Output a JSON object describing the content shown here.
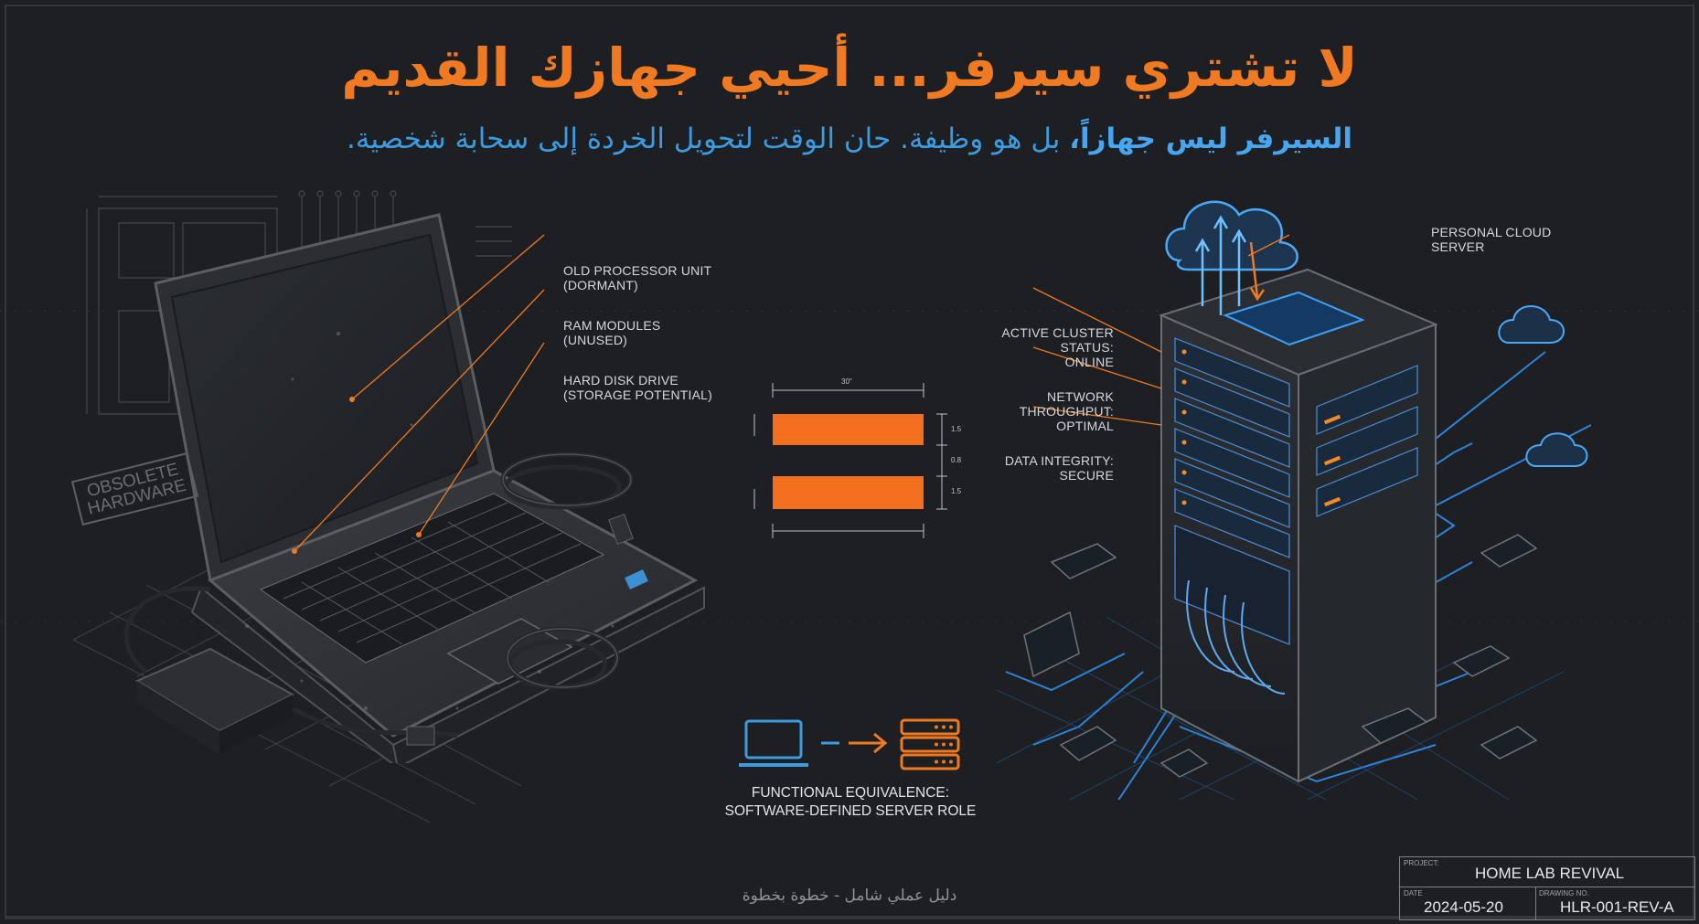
{
  "title": "لا تشتري سيرفر... أحيي جهازك القديم",
  "subtitle": {
    "emphasis": "السيرفر ليس جهازاً،",
    "rest": " بل هو وظيفة. حان الوقت لتحويل الخردة إلى سحابة شخصية."
  },
  "laptop_labels": {
    "processor": [
      "OLD PROCESSOR UNIT",
      "(DORMANT)"
    ],
    "ram": [
      "RAM MODULES",
      "(UNUSED)"
    ],
    "disk": [
      "HARD DISK DRIVE",
      "(STORAGE POTENTIAL)"
    ]
  },
  "stamp": [
    "OBSOLETE",
    "HARDWARE"
  ],
  "equals_dims": {
    "width": "30\"",
    "top": "1.5",
    "gap": "0.8",
    "bottom": "1.5"
  },
  "equivalence_caption": [
    "FUNCTIONAL EQUIVALENCE:",
    "SOFTWARE-DEFINED SERVER ROLE"
  ],
  "server_labels": {
    "cloud": [
      "PERSONAL CLOUD",
      "SERVER"
    ],
    "cluster": [
      "ACTIVE CLUSTER",
      "STATUS:",
      "ONLINE"
    ],
    "network": [
      "NETWORK",
      "THROUGHPUT:",
      "OPTIMAL"
    ],
    "integrity": [
      "DATA INTEGRITY:",
      "SECURE"
    ]
  },
  "footer": "دليل عملي شامل - خطوة بخطوة",
  "title_block": {
    "project_label": "PROJECT:",
    "project_value": "HOME LAB REVIVAL",
    "date_label": "DATE",
    "date_value": "2024-05-20",
    "drawing_label": "DRAWING NO.",
    "drawing_value": "HLR-001-REV-A"
  },
  "colors": {
    "background": "#1d1f23",
    "accent_orange": "#f07a22",
    "accent_blue": "#3d9be0",
    "glow_blue": "#2f8ff0"
  },
  "icons": [
    "laptop-icon",
    "arrow-right-icon",
    "server-stack-icon",
    "cloud-icon"
  ]
}
